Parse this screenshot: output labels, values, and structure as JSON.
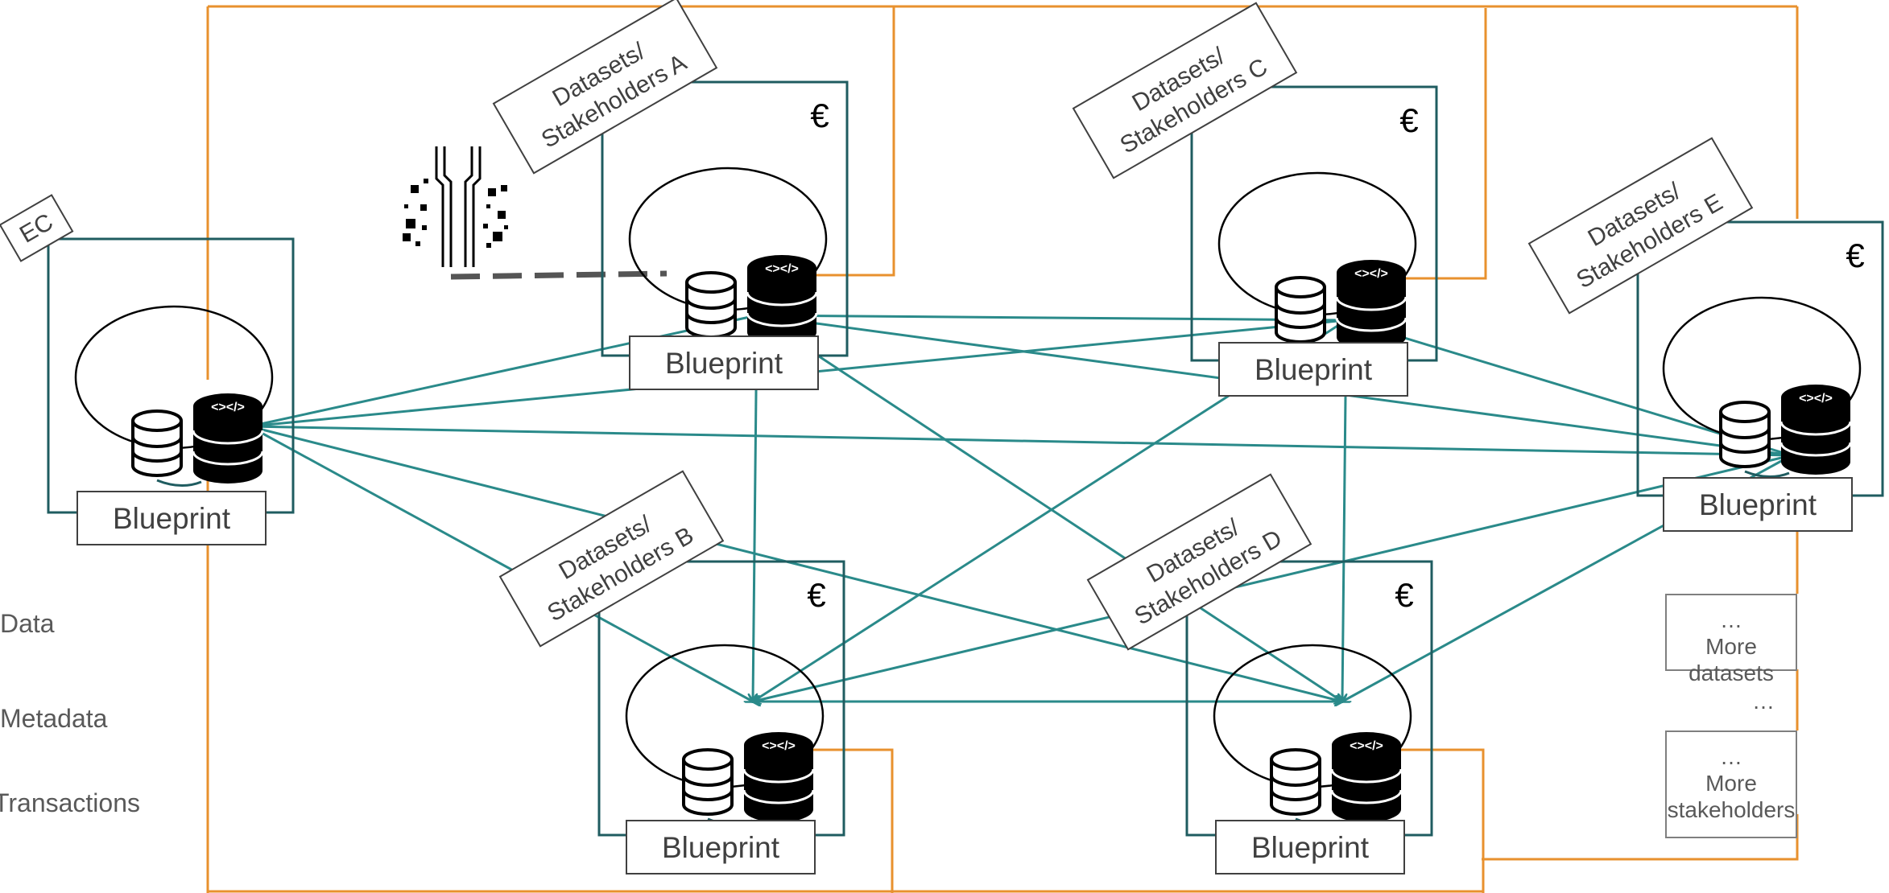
{
  "colors": {
    "node_border": "#1f5c60",
    "data_flow": "#2a8a8a",
    "transactions": "#e8912e",
    "metadata_line": "#555555",
    "label_text": "#404040",
    "legend_text": "#595959"
  },
  "ec_node": {
    "tag": "EC",
    "blueprint_label": "Blueprint",
    "icons": [
      "database-icon",
      "code-database-icon"
    ]
  },
  "dataset_nodes": [
    {
      "id": "A",
      "tag_line1": "Datasets/",
      "tag_line2": "Stakeholders A",
      "currency": "€",
      "blueprint_label": "Blueprint"
    },
    {
      "id": "B",
      "tag_line1": "Datasets/",
      "tag_line2": "Stakeholders B",
      "currency": "€",
      "blueprint_label": "Blueprint"
    },
    {
      "id": "C",
      "tag_line1": "Datasets/",
      "tag_line2": "Stakeholders C",
      "currency": "€",
      "blueprint_label": "Blueprint"
    },
    {
      "id": "D",
      "tag_line1": "Datasets/",
      "tag_line2": "Stakeholders D",
      "currency": "€",
      "blueprint_label": "Blueprint"
    },
    {
      "id": "E",
      "tag_line1": "Datasets/",
      "tag_line2": "Stakeholders E",
      "currency": "€",
      "blueprint_label": "Blueprint"
    }
  ],
  "legend": {
    "data": "Data",
    "metadata": "Metadata",
    "transactions": "Transactions"
  },
  "more": {
    "datasets_ellipsis": "…",
    "datasets_label": "More datasets",
    "between_ellipsis": "…",
    "stakeholders_ellipsis": "…",
    "stakeholders_line1": "More",
    "stakeholders_line2": "stakeholders"
  },
  "connections": [
    [
      "EC",
      "A"
    ],
    [
      "EC",
      "B"
    ],
    [
      "EC",
      "C"
    ],
    [
      "EC",
      "D"
    ],
    [
      "EC",
      "E"
    ],
    [
      "A",
      "B"
    ],
    [
      "A",
      "C"
    ],
    [
      "A",
      "D"
    ],
    [
      "A",
      "E"
    ],
    [
      "B",
      "C"
    ],
    [
      "B",
      "D"
    ],
    [
      "B",
      "E"
    ],
    [
      "C",
      "D"
    ],
    [
      "C",
      "E"
    ],
    [
      "D",
      "E"
    ]
  ]
}
